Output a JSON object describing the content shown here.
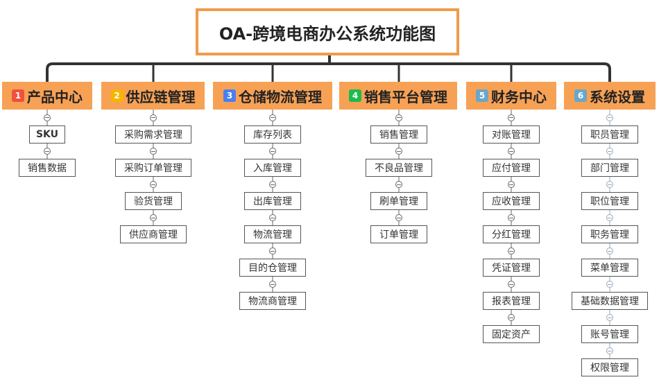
{
  "diagram": {
    "title": "OA-跨境电商办公系统功能图",
    "categories": [
      {
        "badge": "1",
        "badge_color": "#f0503c",
        "label": "产品中心",
        "items": [
          "SKU",
          "销售数据"
        ]
      },
      {
        "badge": "2",
        "badge_color": "#f7b500",
        "label": "供应链管理",
        "items": [
          "采购需求管理",
          "采购订单管理",
          "验货管理",
          "供应商管理"
        ]
      },
      {
        "badge": "3",
        "badge_color": "#4a7ef0",
        "label": "仓储物流管理",
        "items": [
          "库存列表",
          "入库管理",
          "出库管理",
          "物流管理",
          "目的仓管理",
          "物流商管理"
        ]
      },
      {
        "badge": "4",
        "badge_color": "#1dbb4e",
        "label": "销售平台管理",
        "items": [
          "销售管理",
          "不良品管理",
          "刷单管理",
          "订单管理"
        ]
      },
      {
        "badge": "5",
        "badge_color": "#6aa6c8",
        "label": "财务中心",
        "items": [
          "对账管理",
          "应付管理",
          "应收管理",
          "分红管理",
          "凭证管理",
          "报表管理",
          "固定资产"
        ]
      },
      {
        "badge": "6",
        "badge_color": "#6aa6c8",
        "label": "系统设置",
        "items": [
          "职员管理",
          "部门管理",
          "职位管理",
          "职务管理",
          "菜单管理",
          "基础数据管理",
          "账号管理",
          "权限管理"
        ]
      }
    ]
  }
}
